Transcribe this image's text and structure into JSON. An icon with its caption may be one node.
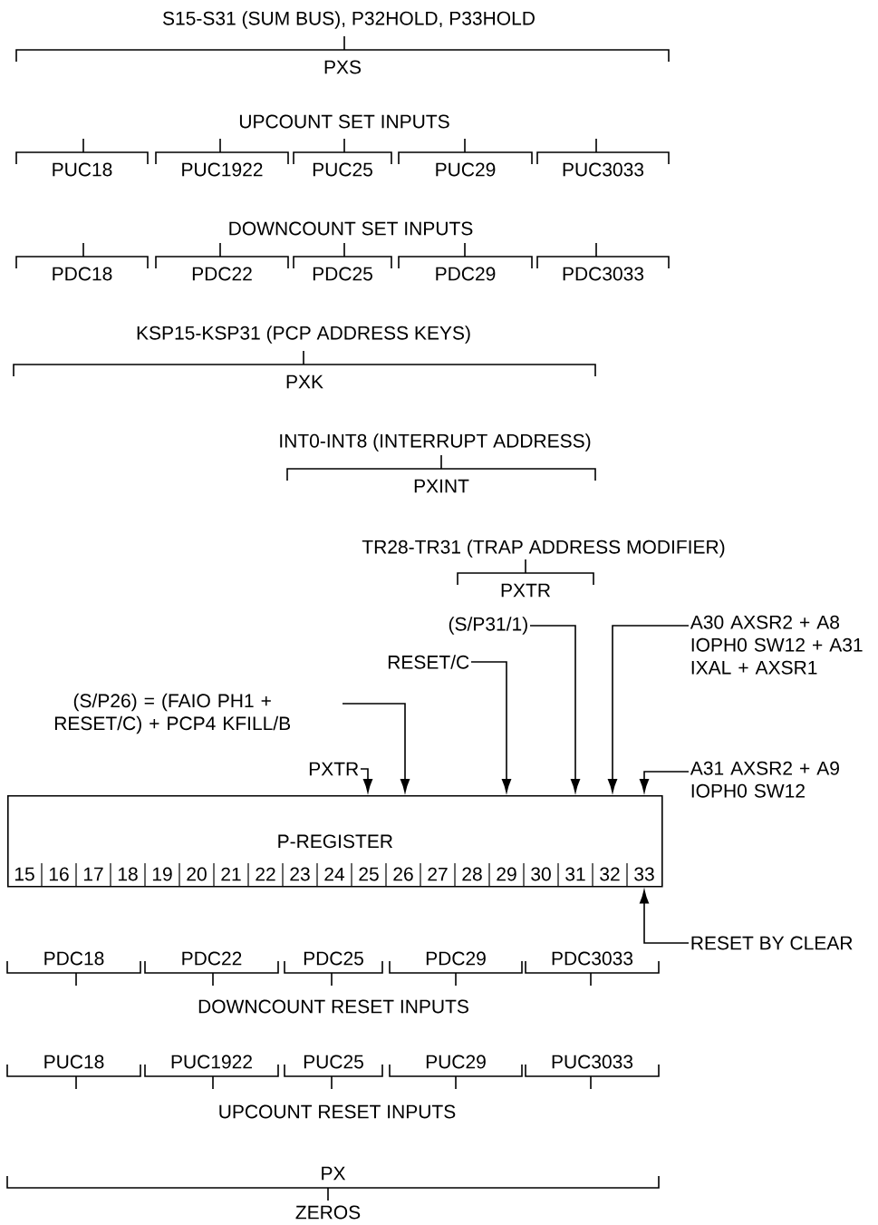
{
  "diagram": {
    "nodes": [
      {
        "text": [
          "P-REGISTER"
        ]
      },
      {
        "text": [
          "PXTR"
        ]
      },
      {
        "text": [
          "(S/P26) = (FAIO PH1 + RESET/C) + PCP4 KFILL/B"
        ]
      },
      {
        "text": [
          "RESET/C"
        ]
      },
      {
        "text": [
          "(S/P31/1)"
        ]
      },
      {
        "text": [
          "A30 AXSR2 + A8 IOPH0 SW12 + A31 IXAL + AXSR1"
        ]
      },
      {
        "text": [
          "A31 AXSR2 + A9 IOPH0 SW12"
        ]
      },
      {
        "text": [
          "RESET BY CLEAR"
        ]
      }
    ],
    "edges": [
      {
        "from": 1,
        "to": 0,
        "arrow": "to"
      },
      {
        "from": 2,
        "to": 0,
        "arrow": "to"
      },
      {
        "from": 3,
        "to": 0,
        "arrow": "to"
      },
      {
        "from": 4,
        "to": 0,
        "arrow": "to"
      },
      {
        "from": 5,
        "to": 0,
        "arrow": "to"
      },
      {
        "from": 6,
        "to": 0,
        "arrow": "to"
      },
      {
        "from": 7,
        "to": 0,
        "arrow": "to"
      }
    ],
    "labels": [
      "S15-S31 (SUM BUS),  P32HOLD, P33HOLD",
      "PXS",
      "UPCOUNT SET INPUTS",
      "PUC18",
      "PUC1922",
      "PUC25",
      "PUC29",
      "PUC3033",
      "DOWNCOUNT SET INPUTS",
      "PDC18",
      "PDC22",
      "PDC25",
      "PDC29",
      "PDC3033",
      "KSP15-KSP31 (PCP ADDRESS KEYS)",
      "PXK",
      "INT0-INT8 (INTERRUPT ADDRESS)",
      "PXINT",
      "TR28-TR31 (TRAP ADDRESS MODIFIER)",
      "PXTR",
      "15",
      "16",
      "17",
      "18",
      "19",
      "20",
      "21",
      "22",
      "23",
      "24",
      "25",
      "26",
      "27",
      "28",
      "29",
      "30",
      "31",
      "32",
      "33",
      "PDC18",
      "PDC22",
      "PDC25",
      "PDC29",
      "PDC3033",
      "DOWNCOUNT RESET INPUTS",
      "PUC18",
      "PUC1922",
      "PUC25",
      "PUC29",
      "PUC3033",
      "UPCOUNT RESET INPUTS",
      "PX",
      "ZEROS"
    ]
  }
}
